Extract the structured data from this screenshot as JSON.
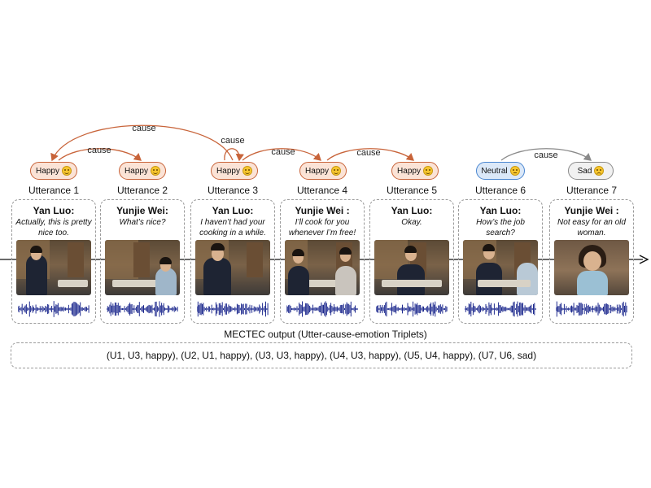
{
  "colors": {
    "happy_fill": "#fbe3d6",
    "happy_border": "#c8643a",
    "neutral_fill": "#dbe8f8",
    "neutral_border": "#4a86d0",
    "sad_fill": "#f1f1f1",
    "sad_border": "#8a8a8a",
    "cause_arc_happy": "#c8643a",
    "cause_arc_sad": "#8a8a8a",
    "waveform": "#1f2b8f"
  },
  "cause_labels": [
    "cause",
    "cause",
    "cause",
    "cause",
    "cause",
    "cause"
  ],
  "utterances": [
    {
      "title": "Utterance 1",
      "speaker": "Yan Luo:",
      "text": "Actually, this is pretty nice too.",
      "emotion": "Happy",
      "emoji_icon": "smiling-face-icon"
    },
    {
      "title": "Utterance 2",
      "speaker": "Yunjie Wei:",
      "text": "What’s nice?",
      "emotion": "Happy",
      "emoji_icon": "smiling-face-icon"
    },
    {
      "title": "Utterance 3",
      "speaker": "Yan Luo:",
      "text": "I haven’t had your cooking in a while.",
      "emotion": "Happy",
      "emoji_icon": "smiling-face-icon"
    },
    {
      "title": "Utterance 4",
      "speaker": "Yunjie Wei :",
      "text": "I’ll cook for you whenever I’m free!",
      "emotion": "Happy",
      "emoji_icon": "smiling-face-icon"
    },
    {
      "title": "Utterance 5",
      "speaker": "Yan Luo:",
      "text": "Okay.",
      "emotion": "Happy",
      "emoji_icon": "smiling-face-icon"
    },
    {
      "title": "Utterance 6",
      "speaker": "Yan Luo:",
      "text": "How’s the job search?",
      "emotion": "Neutral",
      "emoji_icon": "neutral-face-icon"
    },
    {
      "title": "Utterance 7",
      "speaker": "Yunjie Wei :",
      "text": "Not easy for an old woman.",
      "emotion": "Sad",
      "emoji_icon": "crying-face-icon"
    }
  ],
  "output": {
    "title": "MECTEC output (Utter-cause-emotion Triplets)",
    "triplets": "(U1, U3, happy), (U2, U1, happy), (U3, U3, happy), (U4, U3, happy), (U5, U4, happy), (U7, U6, sad)"
  }
}
